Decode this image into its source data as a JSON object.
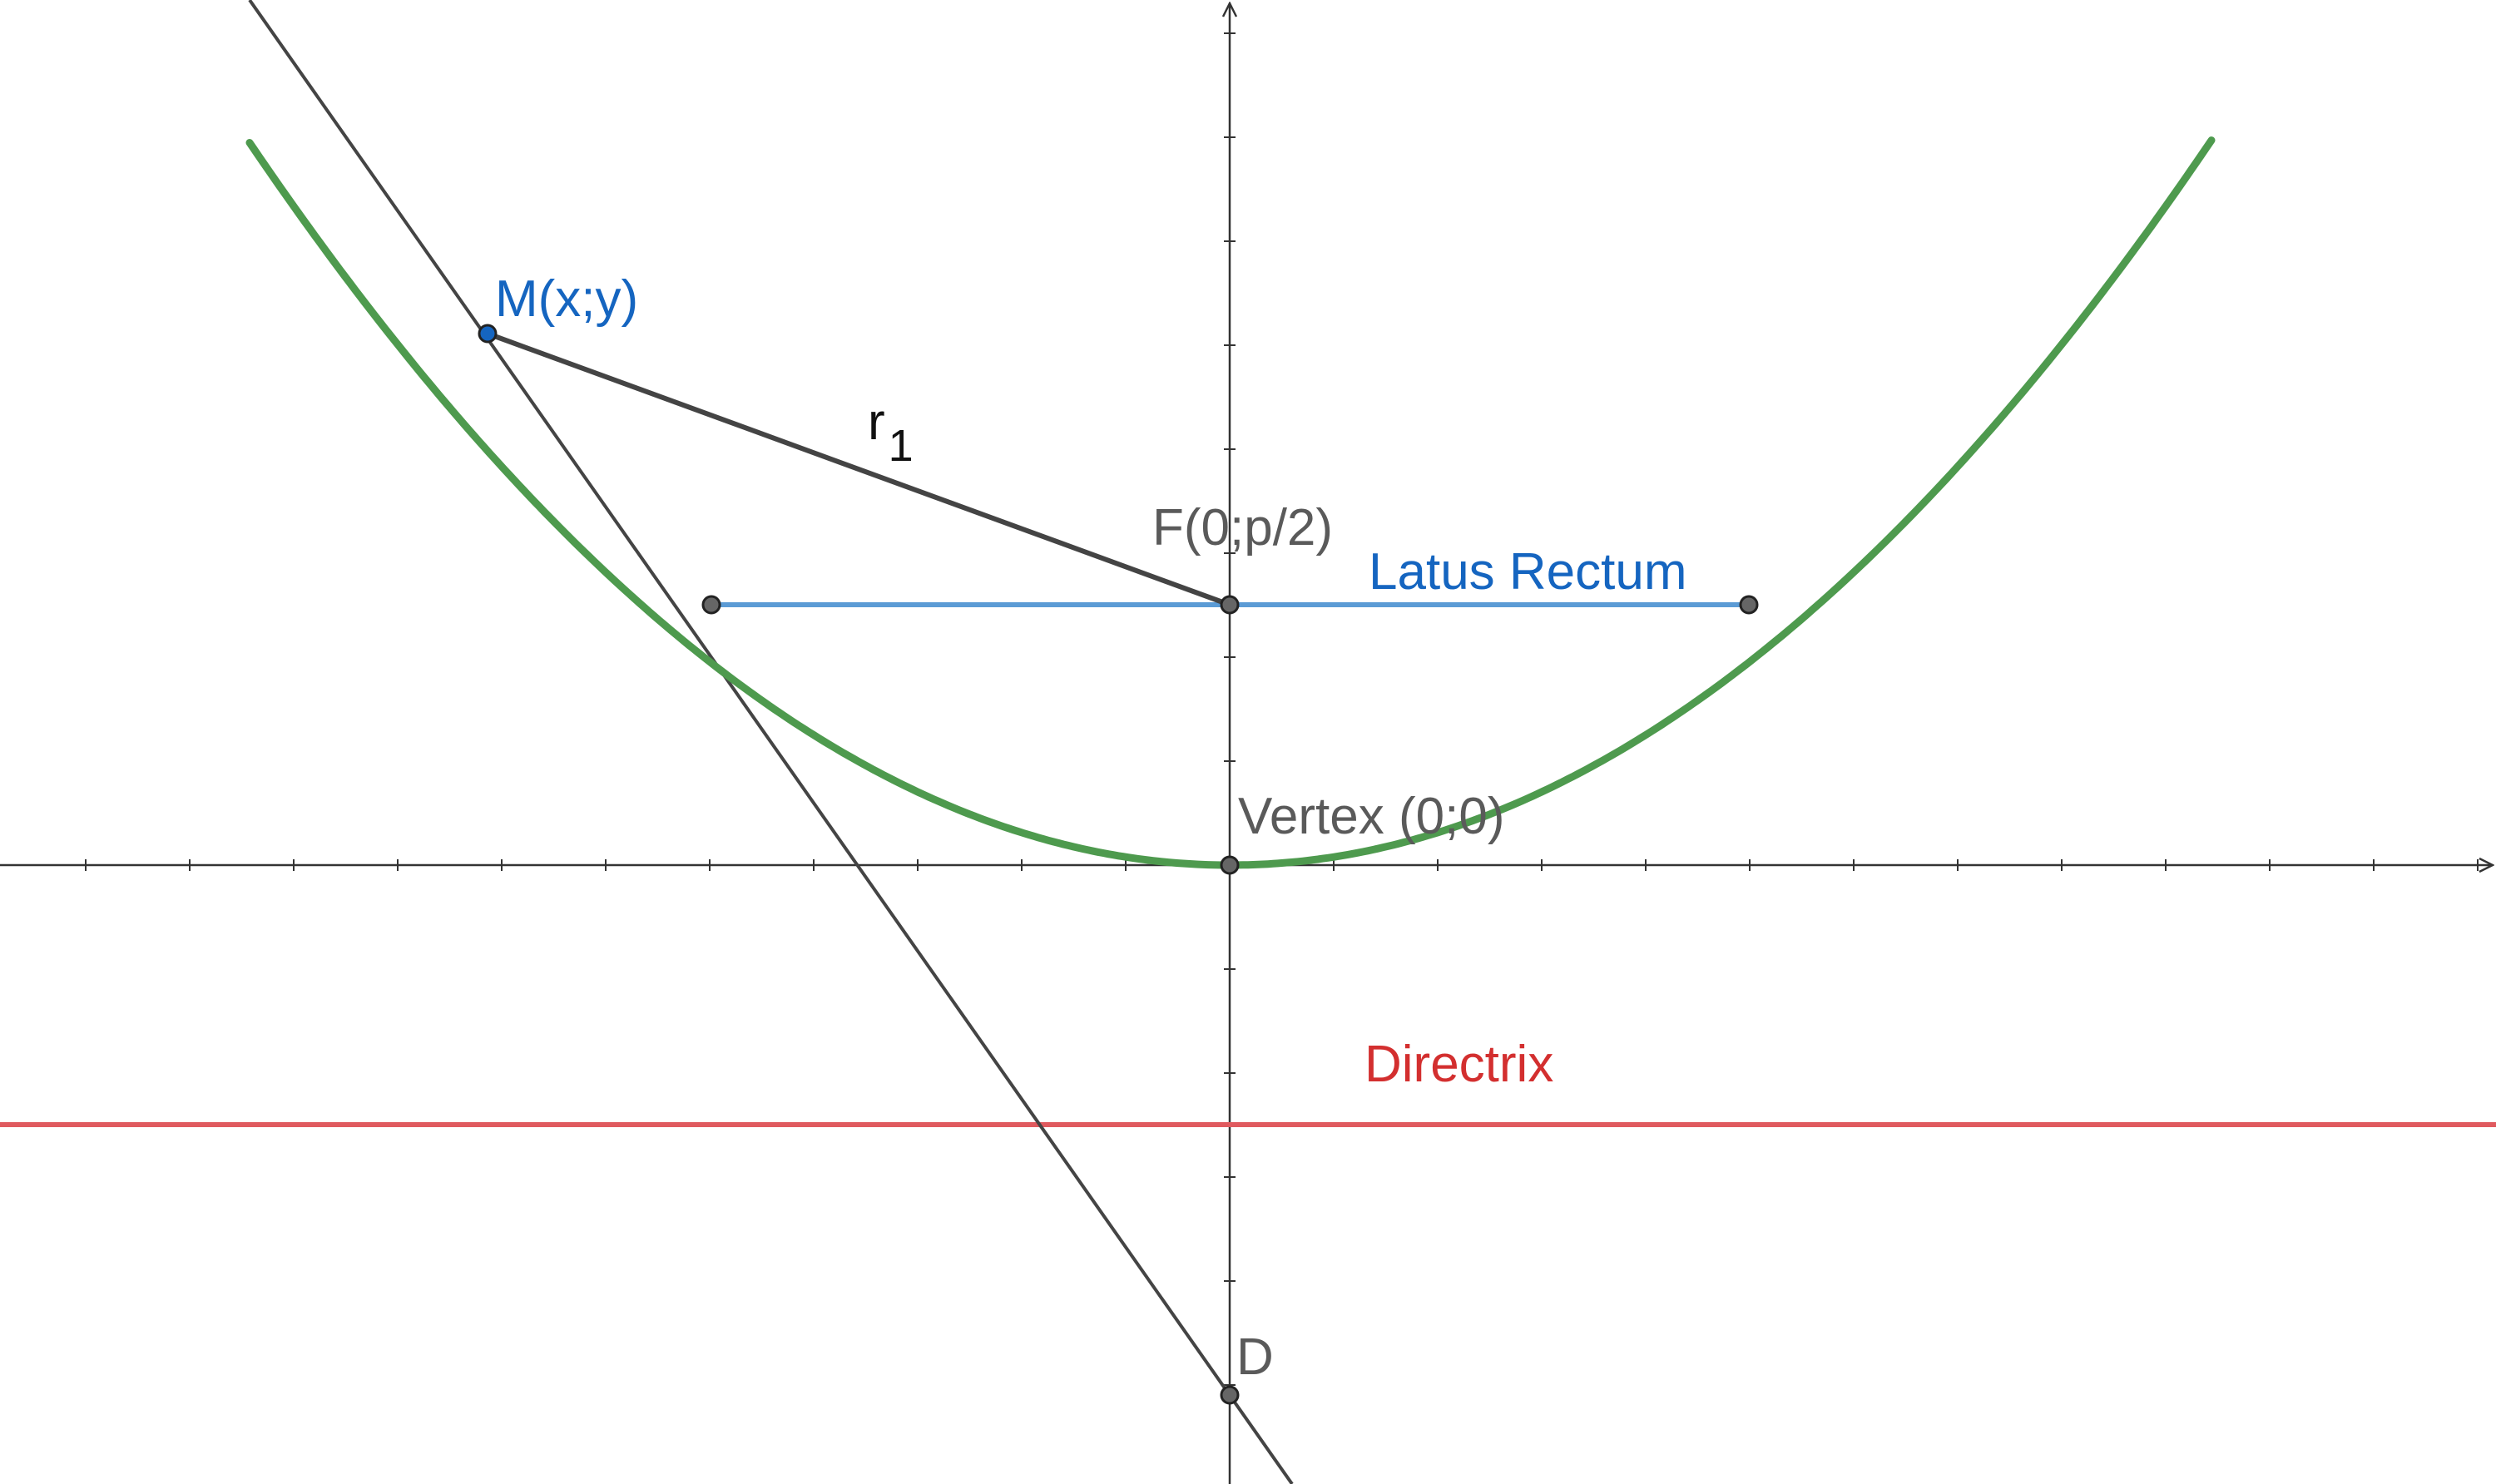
{
  "diagram": {
    "labels": {
      "point_m": "M(x;y)",
      "segment_r": "r",
      "segment_r_sub": "1",
      "focus": "F(0;p/2)",
      "latus_rectum": "Latus Rectum",
      "vertex": "Vertex (0;0)",
      "directrix": "Directrix",
      "point_d": "D"
    },
    "colors": {
      "parabola": "#4e9a4e",
      "latus_rectum": "#5b9bd5",
      "directrix": "#e05a5f",
      "axes": "#333333",
      "tangent": "#444444",
      "radius": "#444444",
      "point_fill": "#666666",
      "point_m_fill": "#1565c0"
    }
  }
}
